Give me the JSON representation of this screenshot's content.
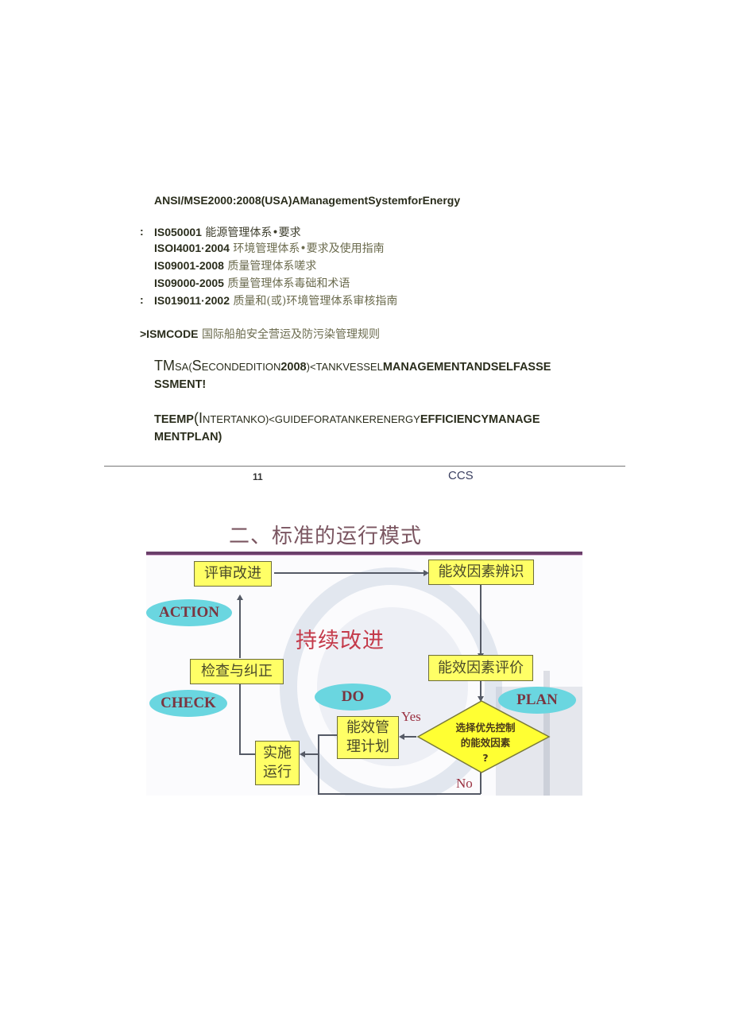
{
  "standards_list": {
    "ansi_line": "ANSI/MSE2000:2008(USA)AManagementSystemforEnergy",
    "items": [
      {
        "bullet": ":",
        "code": "IS050001",
        "desc": "能源管理体系•要求"
      },
      {
        "bullet": "",
        "code": "ISOI4001·2004",
        "desc": "环境管理体系•要求及使用指南"
      },
      {
        "bullet": "",
        "code": "IS09001-2008",
        "desc": "质量管理体系嗟求"
      },
      {
        "bullet": "",
        "code": "IS09000-2005",
        "desc": "质量管理体系毒础和术语"
      },
      {
        "bullet": ":",
        "code": "IS019011·2002",
        "desc": "质量和(或)环境管理体系审核指南"
      }
    ],
    "ism": {
      "code": ">ISMCODE",
      "desc": "国际船舶安全营运及防污染管理规则"
    },
    "tmsa": {
      "part1": "TM",
      "part2": "SA(",
      "part3": "S",
      "part4": "ECONDEDITION",
      "part5": "2008",
      "part6": ")<TANKVESSEL",
      "part7": "MANAGEMENTANDSELFASSE",
      "line2": "SSMENT!"
    },
    "teemp": {
      "part1": "TEEMP",
      "part2": "(I",
      "part3": "NTERTANKO",
      "part4": ")<GUIDEFORATANKERENERGY",
      "part5": "EFFICIENCYMANAGE",
      "line2": "MENTPLAN)"
    }
  },
  "footer": {
    "page_number": "11",
    "org": "CCS"
  },
  "slide": {
    "title": "二、标准的运行模式",
    "center_title": "持续改进",
    "boxes": {
      "review": "评审改进",
      "identify": "能效因素辨识",
      "check_correct": "检查与纠正",
      "evaluate": "能效因素评价",
      "plan_box_l1": "能效管",
      "plan_box_l2": "理计划",
      "implement_l1": "实施",
      "implement_l2": "运行"
    },
    "phases": {
      "action": "ACTION",
      "check": "CHECK",
      "do": "DO",
      "plan": "PLAN"
    },
    "decision": {
      "line1": "选择优先控制",
      "line2": "的能效因素",
      "line3": "?",
      "yes": "Yes",
      "no": "No"
    },
    "colors": {
      "box_fill": "#ffff66",
      "ellipse_fill": "#6ad6e0",
      "phase_text": "#7a3540",
      "center_title": "#c43a4a",
      "top_bar": "#6a3f6a"
    }
  }
}
